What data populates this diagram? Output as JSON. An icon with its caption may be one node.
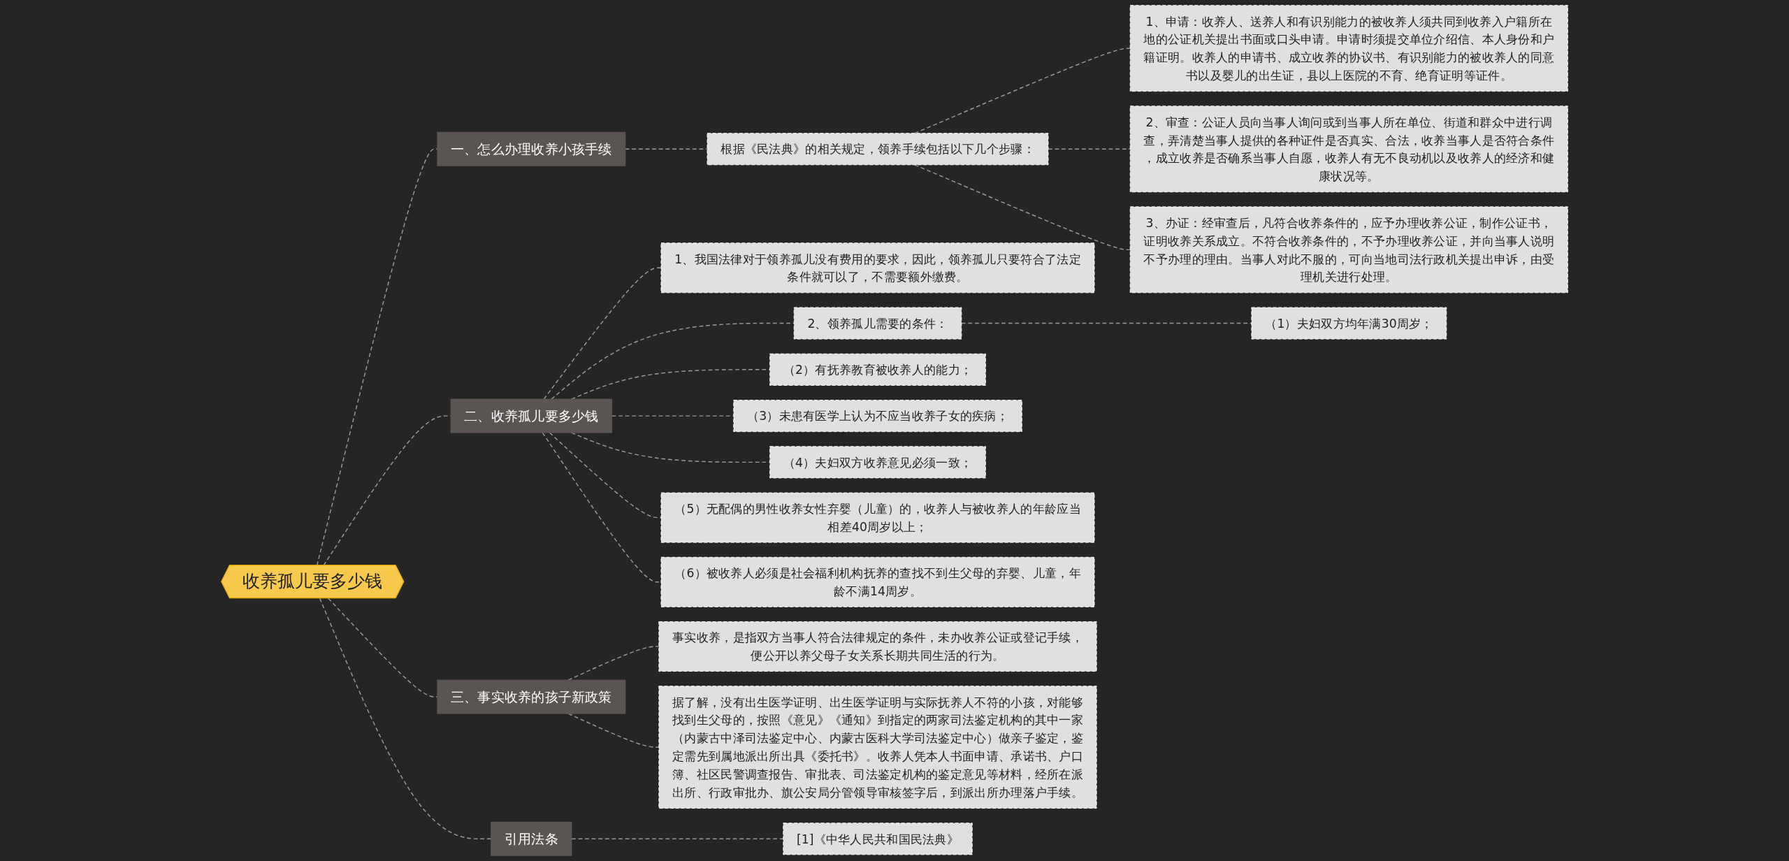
{
  "diagram": {
    "nodes": [
      {
        "text": [
          "收养孤儿要多少钱"
        ]
      },
      {
        "text": [
          "一、怎么办理收养小孩手续"
        ]
      },
      {
        "text": [
          "根据《民法典》的相关规定，领养手续包括以下几个步骤："
        ]
      },
      {
        "text": [
          "1、申请：收养人、送养人和有识别能力的被收养人须共同到收养入户籍所在地的公证机关提出书面或口头申请。申请时须提交单位介绍信、本人身份和户籍证明。收养人的申请书、成立收养的协议书、有识别能力的被收养人的同意书以及婴儿的出生证，县以上医院的不育、绝育证明等证件。"
        ]
      },
      {
        "text": [
          "2、审查：公证人员向当事人询问或到当事人所在单位、街道和群众中进行调查，弄清楚当事人提供的各种证件是否真实、合法，收养当事人是否符合条件，成立收养是否确系当事人自愿，收养人有无不良动机以及收养人的经济和健康状况等。"
        ]
      },
      {
        "text": [
          "3、办证：经审查后，凡符合收养条件的，应予办理收养公证，制作公证书，证明收养关系成立。不符合收养条件的，不予办理收养公证，并向当事人说明不予办理的理由。当事人对此不服的，可向当地司法行政机关提出申诉，由受理机关进行处理。"
        ]
      },
      {
        "text": [
          "二、收养孤儿要多少钱"
        ]
      },
      {
        "text": [
          "1、我国法律对于领养孤儿没有费用的要求，因此，领养孤儿只要符合了法定条件就可以了，不需要额外缴费。"
        ]
      },
      {
        "text": [
          "2、领养孤儿需要的条件："
        ]
      },
      {
        "text": [
          "（1）夫妇双方均年满30周岁；"
        ]
      },
      {
        "text": [
          "（2）有抚养教育被收养人的能力；"
        ]
      },
      {
        "text": [
          "（3）未患有医学上认为不应当收养子女的疾病；"
        ]
      },
      {
        "text": [
          "（4）夫妇双方收养意见必须一致；"
        ]
      },
      {
        "text": [
          "（5）无配偶的男性收养女性弃婴（儿童）的，收养人与被收养人的年龄应当相差40周岁以上；"
        ]
      },
      {
        "text": [
          "（6）被收养人必须是社会福利机构抚养的查找不到生父母的弃婴、儿童，年龄不满14周岁。"
        ]
      },
      {
        "text": [
          "三、事实收养的孩子新政策"
        ]
      },
      {
        "text": [
          "事实收养，是指双方当事人符合法律规定的条件，未办收养公证或登记手续，便公开以养父母子女关系长期共同生活的行为。"
        ]
      },
      {
        "text": [
          "据了解，没有出生医学证明、出生医学证明与实际抚养人不符的小孩，对能够找到生父母的，按照《意见》《通知》到指定的两家司法鉴定机构的其中一家（内蒙古中泽司法鉴定中心、内蒙古医科大学司法鉴定中心）做亲子鉴定，鉴定需先到属地派出所出具《委托书》。收养人凭本人书面申请、承诺书、户口簿、社区民警调查报告、审批表、司法鉴定机构的鉴定意见等材料，经所在派出所、行政审批办、旗公安局分管领导审核签字后，到派出所办理落户手续。"
        ]
      },
      {
        "text": [
          "引用法条"
        ]
      },
      {
        "text": [
          "[1]《中华人民共和国民法典》"
        ]
      }
    ],
    "edges": [
      {
        "from": 0,
        "to": 1,
        "arrow": "none"
      },
      {
        "from": 1,
        "to": 2,
        "arrow": "none"
      },
      {
        "from": 2,
        "to": 3,
        "arrow": "none"
      },
      {
        "from": 2,
        "to": 4,
        "arrow": "none"
      },
      {
        "from": 2,
        "to": 5,
        "arrow": "none"
      },
      {
        "from": 0,
        "to": 6,
        "arrow": "none"
      },
      {
        "from": 6,
        "to": 7,
        "arrow": "none"
      },
      {
        "from": 6,
        "to": 8,
        "arrow": "none"
      },
      {
        "from": 8,
        "to": 9,
        "arrow": "none"
      },
      {
        "from": 6,
        "to": 10,
        "arrow": "none"
      },
      {
        "from": 6,
        "to": 11,
        "arrow": "none"
      },
      {
        "from": 6,
        "to": 12,
        "arrow": "none"
      },
      {
        "from": 6,
        "to": 13,
        "arrow": "none"
      },
      {
        "from": 6,
        "to": 14,
        "arrow": "none"
      },
      {
        "from": 0,
        "to": 15,
        "arrow": "none"
      },
      {
        "from": 15,
        "to": 16,
        "arrow": "none"
      },
      {
        "from": 15,
        "to": 17,
        "arrow": "none"
      },
      {
        "from": 0,
        "to": 18,
        "arrow": "none"
      },
      {
        "from": 18,
        "to": 19,
        "arrow": "none"
      }
    ]
  }
}
